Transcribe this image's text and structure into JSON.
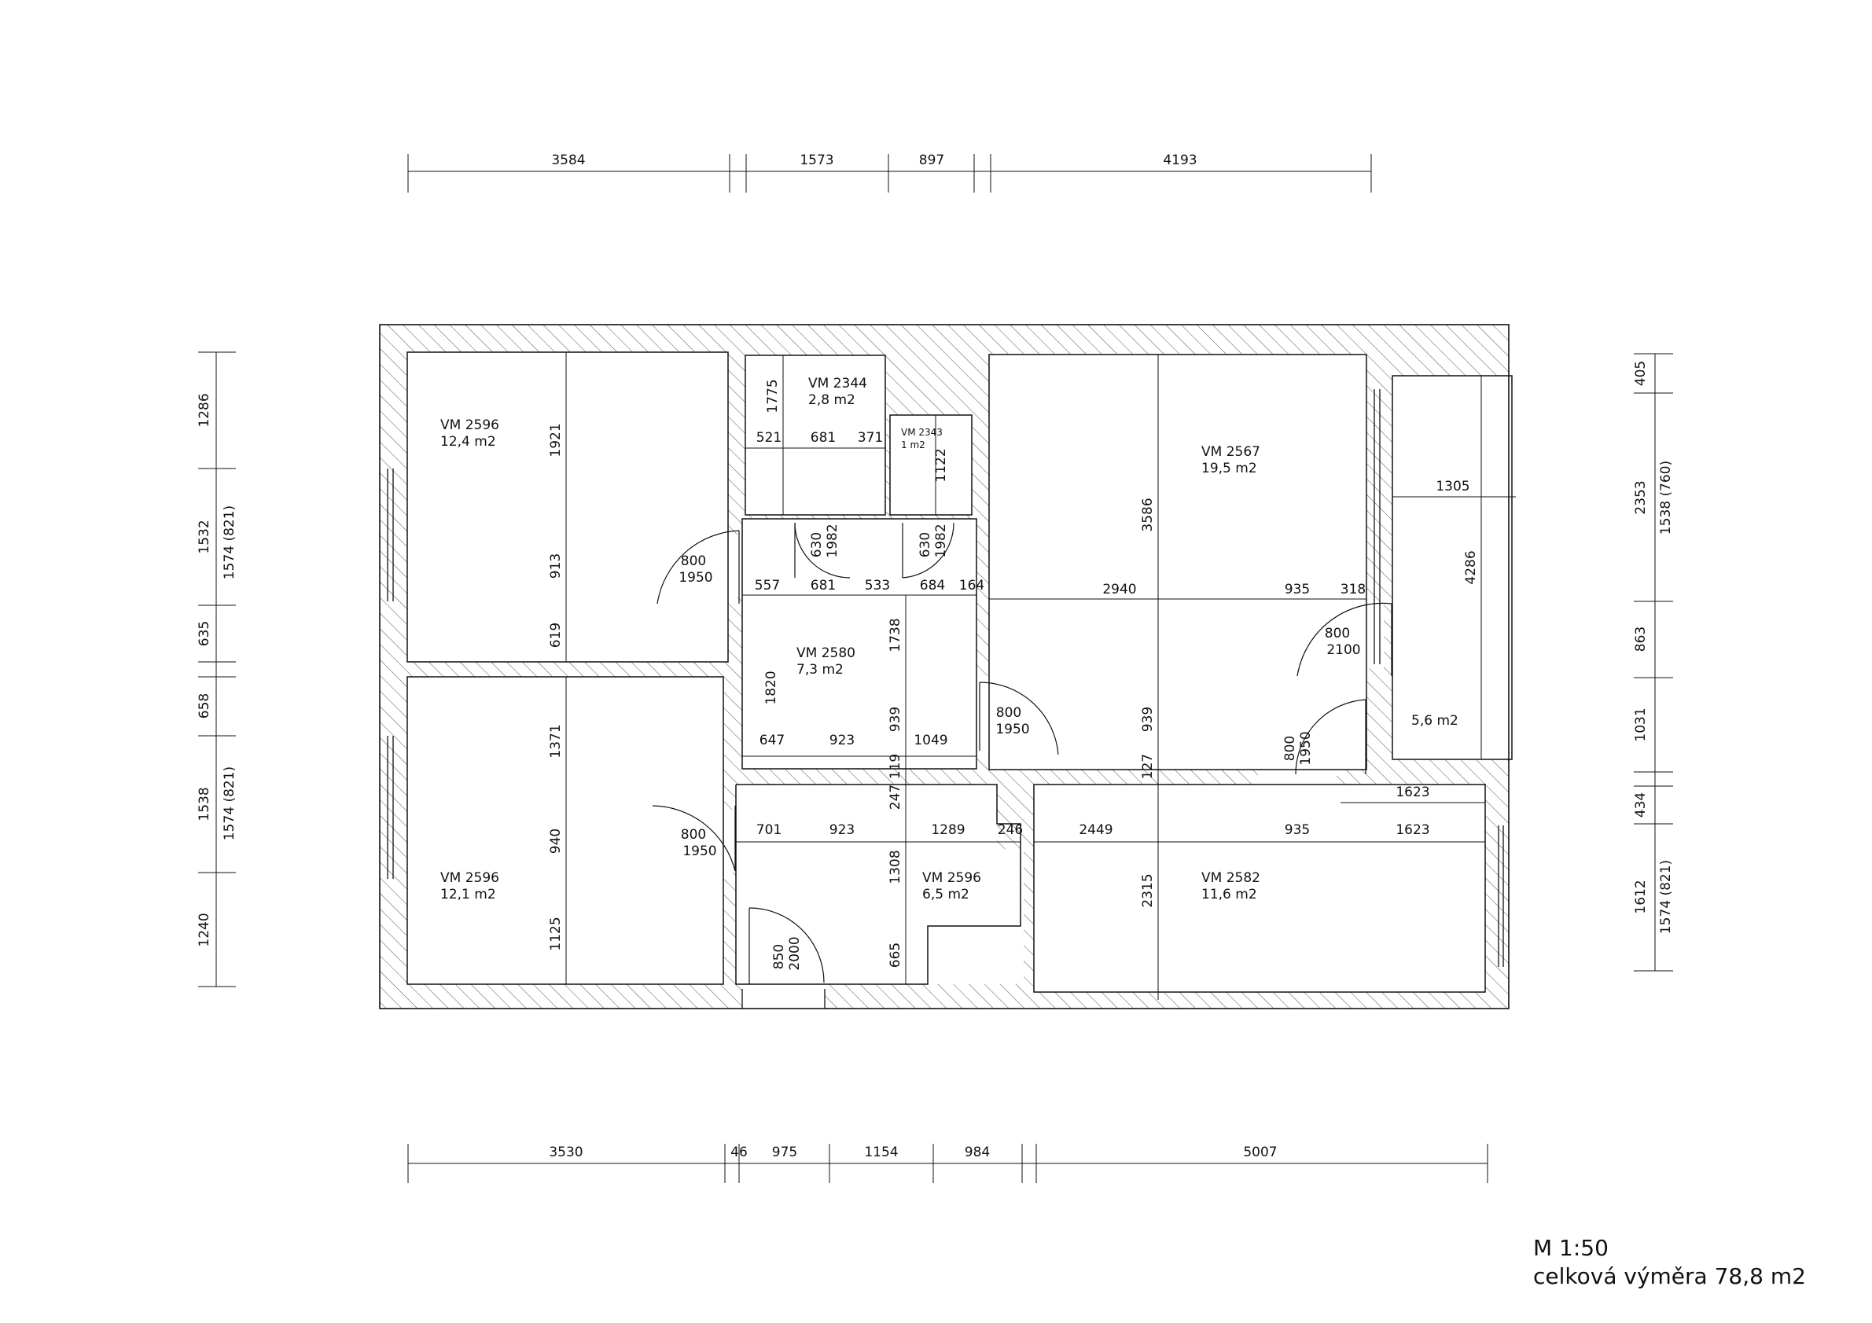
{
  "scale_label": "M 1:50",
  "total_area_label": "celková výměra 78,8 m2",
  "rooms": [
    {
      "id": "room-top-left",
      "name": "VM 2596",
      "area": "12,4 m2"
    },
    {
      "id": "room-bottom-left",
      "name": "VM 2596",
      "area": "12,1 m2"
    },
    {
      "id": "room-small-top",
      "name": "VM 2344",
      "area": "2,8 m2"
    },
    {
      "id": "room-tiny",
      "name": "VM 2343",
      "area": "1 m2"
    },
    {
      "id": "room-corridor",
      "name": "VM 2580",
      "area": "7,3 m2"
    },
    {
      "id": "room-hall",
      "name": "VM 2596",
      "area": "6,5 m2"
    },
    {
      "id": "room-large-top-right",
      "name": "VM 2567",
      "area": "19,5 m2"
    },
    {
      "id": "room-bottom-right",
      "name": "VM 2582",
      "area": "11,6 m2"
    },
    {
      "id": "room-side",
      "name": "",
      "area": "5,6 m2"
    }
  ],
  "dimensions": {
    "top": [
      "3584",
      "1573",
      "897",
      "4193"
    ],
    "bottom": [
      "3530",
      "46",
      "975",
      "1154",
      "984",
      "5007"
    ],
    "left": [
      "1286",
      "1532",
      "1574 (821)",
      "635",
      "658",
      "1538",
      "1574 (821)",
      "1240"
    ],
    "right": [
      "405",
      "2353",
      "1538 (760)",
      "863",
      "1031",
      "434",
      "1612",
      "1574 (821)"
    ],
    "interior": [
      "1921",
      "913",
      "619",
      "1371",
      "940",
      "1125",
      "1775",
      "521",
      "681",
      "371",
      "1122",
      "630",
      "1982",
      "630",
      "1982",
      "557",
      "681",
      "533",
      "684",
      "164",
      "1738",
      "1820",
      "939",
      "647",
      "923",
      "1049",
      "119",
      "247",
      "701",
      "923",
      "1289",
      "246",
      "1308",
      "665",
      "3586",
      "2940",
      "935",
      "318",
      "939",
      "127",
      "2449",
      "935",
      "1623",
      "1623",
      "2315",
      "1305",
      "4286"
    ]
  },
  "doors": [
    {
      "w": "800",
      "h": "1950"
    },
    {
      "w": "800",
      "h": "1950"
    },
    {
      "w": "800",
      "h": "1950"
    },
    {
      "w": "800",
      "h": "2100"
    },
    {
      "w": "800",
      "h": "1950"
    },
    {
      "w": "850",
      "h": "2000"
    }
  ]
}
